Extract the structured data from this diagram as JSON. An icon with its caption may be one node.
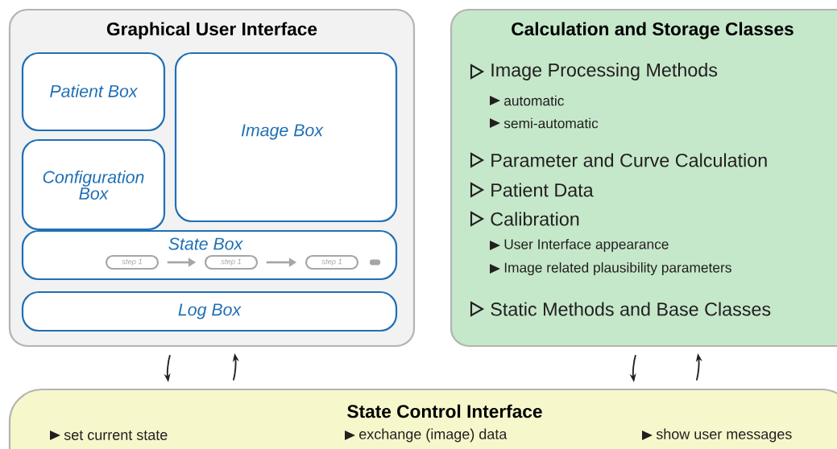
{
  "diagram": {
    "nodes": [
      {
        "text": [
          "Graphical User Interface"
        ]
      },
      {
        "text": [
          "Patient Box"
        ],
        "in": 0
      },
      {
        "text": [
          "Image Box"
        ],
        "in": 0
      },
      {
        "text": [
          "Configuration Box"
        ],
        "in": 0
      },
      {
        "text": [
          "State Box"
        ],
        "in": 0
      },
      {
        "text": [
          "step 1"
        ],
        "in": 4
      },
      {
        "text": [
          "step 1"
        ],
        "in": 4
      },
      {
        "text": [
          "step 1"
        ],
        "in": 4
      },
      {
        "text": [
          "Log Box"
        ],
        "in": 0
      },
      {
        "text": [
          "Calculation and Storage Classes",
          "Image Processing Methods",
          "automatic",
          "semi-automatic",
          "Parameter and Curve Calculation",
          "Patient Data",
          "Calibration",
          "User Interface appearance",
          "Image related plausibility parameters",
          "Static Methods and Base Classes"
        ]
      },
      {
        "text": [
          "State Control Interface",
          "set current state",
          "exchange (image) data",
          "show user messages"
        ]
      }
    ],
    "edges": [
      {
        "from": 5,
        "to": 6,
        "arrow": "to",
        "color": "#a6a6a6"
      },
      {
        "from": 6,
        "to": 7,
        "arrow": "to",
        "color": "#a6a6a6"
      },
      {
        "from": 0,
        "to": 10,
        "arrow": "to"
      },
      {
        "from": 10,
        "to": 0,
        "arrow": "to"
      },
      {
        "from": 9,
        "to": 10,
        "arrow": "to"
      },
      {
        "from": 10,
        "to": 9,
        "arrow": "to"
      }
    ]
  }
}
